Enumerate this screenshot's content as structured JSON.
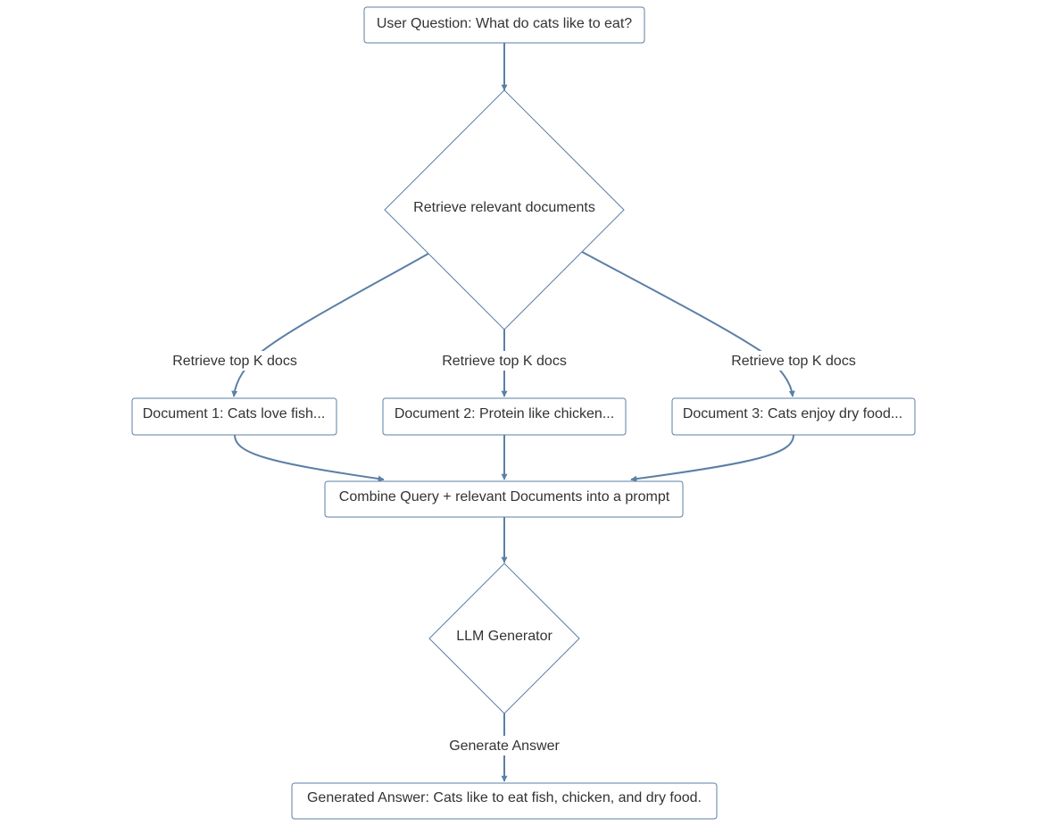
{
  "nodes": {
    "question": "User Question: What do cats like to eat?",
    "retrieve": "Retrieve relevant documents",
    "doc1": "Document 1: Cats love fish...",
    "doc2": "Document 2: Protein like chicken...",
    "doc3": "Document 3: Cats enjoy dry food...",
    "combine": "Combine Query + relevant Documents into a prompt",
    "llm": "LLM Generator",
    "answer": "Generated Answer: Cats like to eat fish, chicken, and dry food."
  },
  "edges": {
    "retrieve_doc1": "Retrieve top K docs",
    "retrieve_doc2": "Retrieve top K docs",
    "retrieve_doc3": "Retrieve top K docs",
    "llm_answer": "Generate Answer"
  },
  "colors": {
    "stroke": "#5b7fa6",
    "text": "#333333",
    "background": "#ffffff"
  }
}
